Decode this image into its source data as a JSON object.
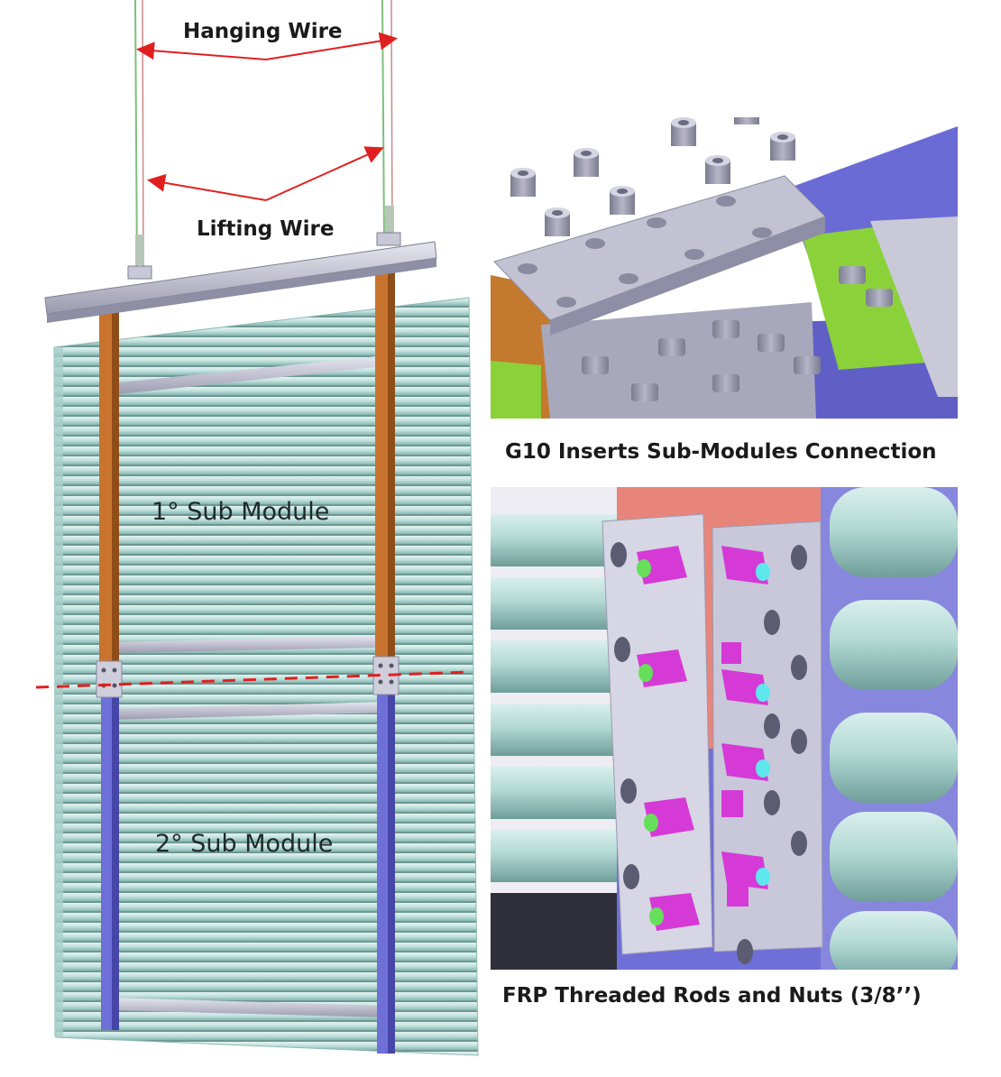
{
  "labels": {
    "hanging_wire": "Hanging Wire",
    "lifting_wire": "Lifting Wire",
    "sub_module_1": "1° Sub Module",
    "sub_module_2": "2° Sub Module",
    "caption_g10": "G10 Inserts Sub-Modules Connection",
    "caption_frp": "FRP Threaded Rods and Nuts (3/8’’)"
  },
  "colors": {
    "tube": "#bfe0dc",
    "tube_shadow": "#7fb0aa",
    "upper_post": "#c8742e",
    "lower_post": "#6f6fd8",
    "beam": "#c9c9d8",
    "annotation": "#e02020",
    "insert": "#9a9aae",
    "nut": "#d63ad6",
    "rod_tip_green": "#66e05a",
    "rod_tip_cyan": "#5ee8ee",
    "g10_plate": "#c2c2d2",
    "green_bracket": "#8bd23a",
    "salmon": "#e8857a"
  },
  "icons": [
    "hanging-wire-icon",
    "lifting-wire-icon",
    "module-frame-icon",
    "g10-insert-icon",
    "frp-nut-icon"
  ]
}
